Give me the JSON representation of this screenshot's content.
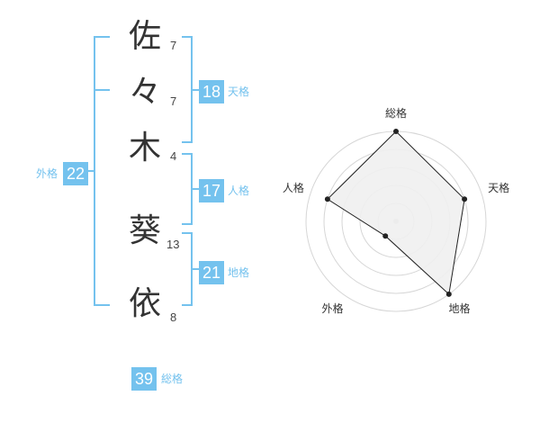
{
  "name": {
    "chars": [
      {
        "char": "佐",
        "strokes": "7"
      },
      {
        "char": "々",
        "strokes": "7"
      },
      {
        "char": "木",
        "strokes": "4"
      },
      {
        "char": "葵",
        "strokes": "13"
      },
      {
        "char": "依",
        "strokes": "8"
      }
    ]
  },
  "fortunes": {
    "tenkaku": {
      "label": "天格",
      "value": "18"
    },
    "jinkaku": {
      "label": "人格",
      "value": "17"
    },
    "chikaku": {
      "label": "地格",
      "value": "21"
    },
    "gaikaku": {
      "label": "外格",
      "value": "22"
    },
    "soukaku": {
      "label": "総格",
      "value": "39"
    }
  },
  "colors": {
    "accent": "#74c2ee",
    "text": "#333333"
  },
  "chart_data": {
    "type": "radar",
    "axes": [
      "総格",
      "天格",
      "地格",
      "外格",
      "人格"
    ],
    "values": [
      5,
      4,
      5,
      1,
      4
    ],
    "range": [
      0,
      5
    ],
    "grid": true
  }
}
